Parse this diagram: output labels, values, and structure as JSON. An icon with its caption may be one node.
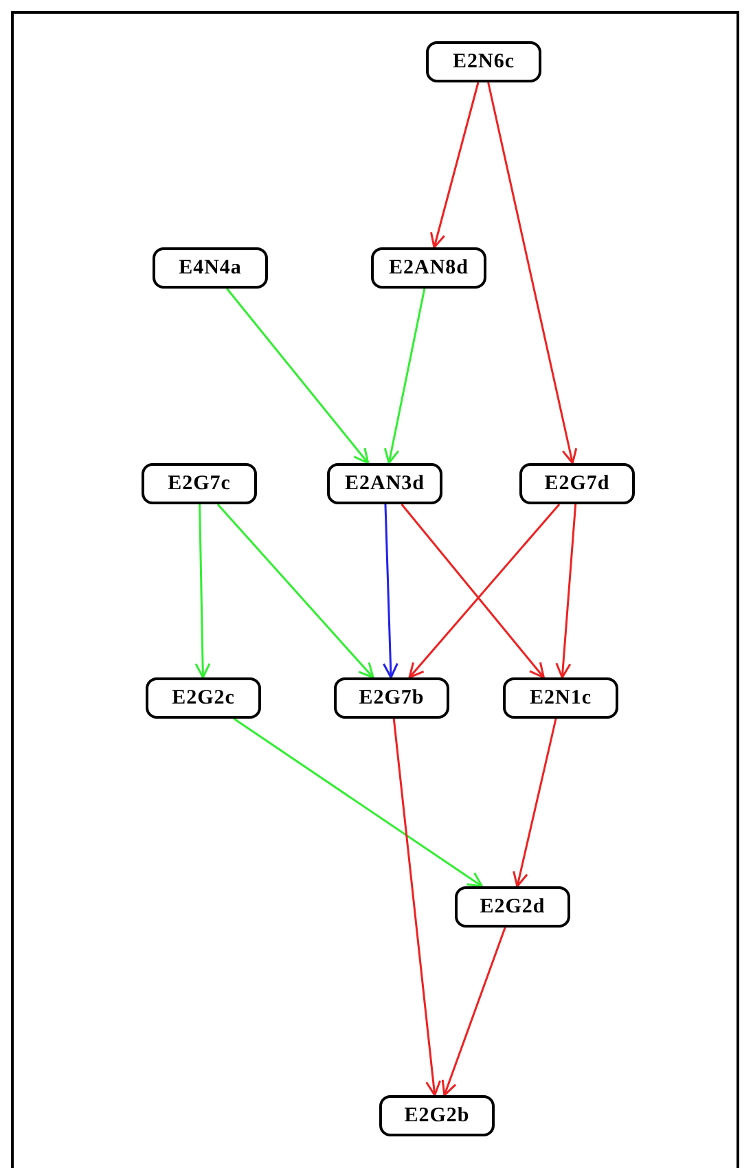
{
  "diagram": {
    "nodes": [
      {
        "text": [
          "E2N6c"
        ]
      },
      {
        "text": [
          "E4N4a"
        ]
      },
      {
        "text": [
          "E2AN8d"
        ]
      },
      {
        "text": [
          "E2G7c"
        ]
      },
      {
        "text": [
          "E2AN3d"
        ]
      },
      {
        "text": [
          "E2G7d"
        ]
      },
      {
        "text": [
          "E2G2c"
        ]
      },
      {
        "text": [
          "E2G7b"
        ]
      },
      {
        "text": [
          "E2N1c"
        ]
      },
      {
        "text": [
          "E2G2d"
        ]
      },
      {
        "text": [
          "E2G2b"
        ]
      }
    ],
    "edges": [
      {
        "from": 0,
        "to": 2,
        "arrow": "to"
      },
      {
        "from": 0,
        "to": 5,
        "arrow": "to"
      },
      {
        "from": 1,
        "to": 4,
        "arrow": "to",
        "color": "#33ee33"
      },
      {
        "from": 2,
        "to": 4,
        "arrow": "to",
        "color": "#33ee33"
      },
      {
        "from": 3,
        "to": 6,
        "arrow": "to",
        "color": "#33ee33"
      },
      {
        "from": 3,
        "to": 7,
        "arrow": "to",
        "color": "#33ee33"
      },
      {
        "from": 4,
        "to": 7,
        "arrow": "to",
        "color": "#2222ee"
      },
      {
        "from": 4,
        "to": 8,
        "arrow": "to"
      },
      {
        "from": 5,
        "to": 7,
        "arrow": "to"
      },
      {
        "from": 5,
        "to": 8,
        "arrow": "to"
      },
      {
        "from": 6,
        "to": 9,
        "arrow": "to",
        "color": "#33ee33"
      },
      {
        "from": 7,
        "to": 10,
        "arrow": "to"
      },
      {
        "from": 8,
        "to": 9,
        "arrow": "to"
      },
      {
        "from": 9,
        "to": 10,
        "arrow": "to"
      }
    ]
  }
}
